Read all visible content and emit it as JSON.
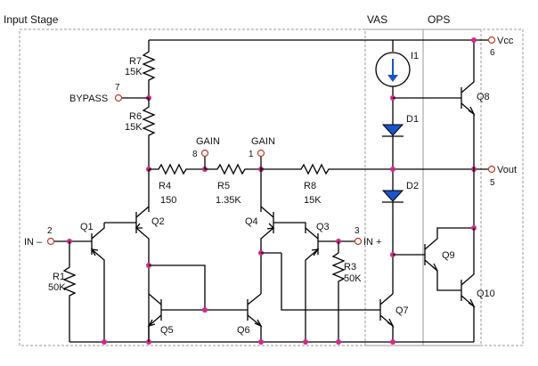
{
  "sections": {
    "input_stage": "Input Stage",
    "vas": "VAS",
    "ops": "OPS"
  },
  "terminals": {
    "vcc": {
      "label": "Vcc",
      "pin": "6"
    },
    "vout": {
      "label": "Vout",
      "pin": "5"
    },
    "bypass": {
      "label": "BYPASS",
      "pin": "7"
    },
    "gain8": {
      "label": "GAIN",
      "pin": "8"
    },
    "gain1": {
      "label": "GAIN",
      "pin": "1"
    },
    "in_minus": {
      "label": "IN –",
      "pin": "2"
    },
    "in_plus": {
      "label": "IN +",
      "pin": "3"
    }
  },
  "resistors": {
    "r7": {
      "name": "R7",
      "value": "15K"
    },
    "r6": {
      "name": "R6",
      "value": "15K"
    },
    "r4": {
      "name": "R4",
      "value": "150"
    },
    "r5": {
      "name": "R5",
      "value": "1.35K"
    },
    "r8": {
      "name": "R8",
      "value": "15K"
    },
    "r1": {
      "name": "R1",
      "value": "50K"
    },
    "r3": {
      "name": "R3",
      "value": "50K"
    }
  },
  "transistors": {
    "q1": "Q1",
    "q2": "Q2",
    "q3": "Q3",
    "q4": "Q4",
    "q5": "Q5",
    "q6": "Q6",
    "q7": "Q7",
    "q8": "Q8",
    "q9": "Q9",
    "q10": "Q10"
  },
  "source": {
    "i1": "I1"
  },
  "diodes": {
    "d1": "D1",
    "d2": "D2"
  }
}
